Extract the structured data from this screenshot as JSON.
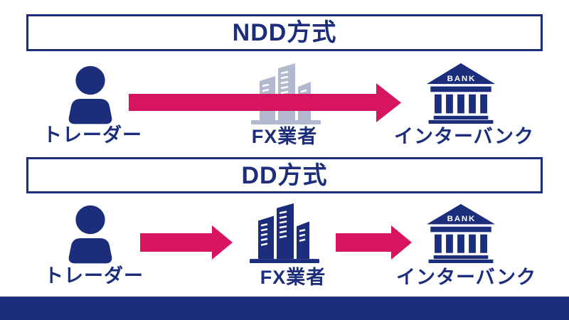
{
  "colors": {
    "navy": "#1c2e7b",
    "arrow_pink": "#d6145f",
    "muted_building_gray": "#b2b9ce",
    "background": "#ffffff"
  },
  "sections": [
    {
      "title": "NDD方式",
      "trader_label": "トレーダー",
      "broker_label": "FX業者",
      "interbank_label": "インターバンク",
      "bank_sign": "BANK",
      "flow": "trader → interbank (single long arrow passing the FX broker)"
    },
    {
      "title": "DD方式",
      "trader_label": "トレーダー",
      "broker_label": "FX業者",
      "interbank_label": "インターバンク",
      "bank_sign": "BANK",
      "flow": "trader → FX broker → interbank (two short arrows)"
    }
  ]
}
